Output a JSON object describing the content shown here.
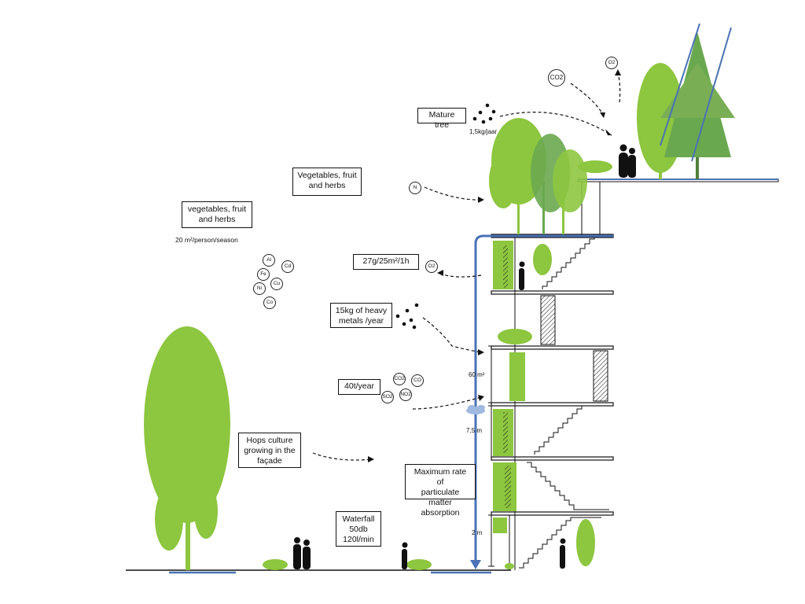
{
  "header_text": "",
  "labels": {
    "mature_tree": "Mature tree",
    "mature_tree_rate": "1,5kg/jaar",
    "veg_roof": "Vegetables, fruit\nand herbs",
    "veg_ground": "vegetables, fruit\nand herbs",
    "veg_area": "20 m²/person/season",
    "o2_rate": "27g/25m²/1h",
    "heavy_metals": "15kg of heavy\nmetals /year",
    "co2_rate": "40t/year",
    "hops": "Hops culture\ngrowing in the\nfaçade",
    "particulate": "Maximum rate of\nparticulate matter\nabsorption",
    "waterfall": "Waterfall\n50db\n120l/min"
  },
  "chemicals": {
    "co2_top": "CO2",
    "o2_top": "O2",
    "n": "N",
    "o2_mid": "O2",
    "al": "Al",
    "cd": "Cd",
    "fe": "Fe",
    "cu": "Cu",
    "ni": "Ni",
    "co_metal": "Co",
    "co2_low": "CO2",
    "co_low": "CO",
    "so2": "SO2",
    "no2": "NO2"
  },
  "dimensions": {
    "d60": "60 m²",
    "d75": "7,5 m",
    "d2": "2 m"
  },
  "colors": {
    "leaf_light": "#8dc63f",
    "leaf_mid": "#6aa84f",
    "leaf_dark": "#4f7f3a",
    "water": "#4a72b5",
    "line": "#111111"
  }
}
